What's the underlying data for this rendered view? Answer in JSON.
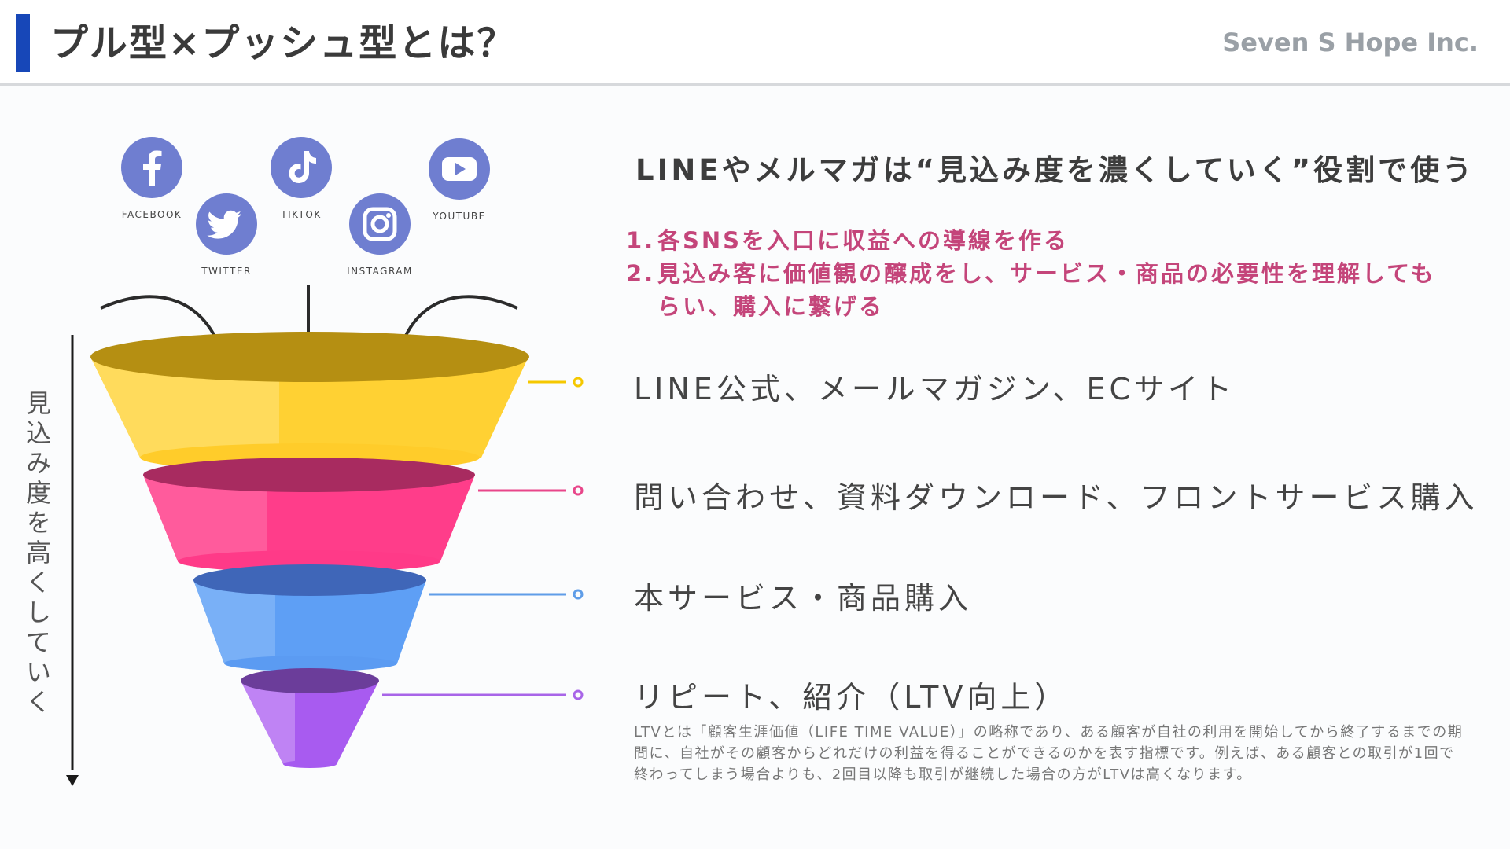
{
  "header": {
    "title": "プル型×プッシュ型とは？",
    "company": "Seven S Hope Inc.",
    "accent_color": "#1747b8"
  },
  "socials": [
    {
      "label": "FACEBOOK",
      "icon": "facebook-icon"
    },
    {
      "label": "TWITTER",
      "icon": "twitter-icon"
    },
    {
      "label": "TIKTOK",
      "icon": "tiktok-icon"
    },
    {
      "label": "INSTAGRAM",
      "icon": "instagram-icon"
    },
    {
      "label": "YOUTUBE",
      "icon": "youtube-icon"
    }
  ],
  "axis_label": "見込み度を高くしていく",
  "headline": "LINEやメルマガは“見込み度を濃くしていく”役割で使う",
  "steps": [
    {
      "num": "1.",
      "text": "各SNSを入口に収益への導線を作る"
    },
    {
      "num": "2.",
      "text": "見込み客に価値観の醸成をし、サービス・商品の必要性を理解してもらい、購入に繋げる"
    }
  ],
  "stages": [
    {
      "label": "LINE公式、メールマガジン、ECサイト",
      "color": "#f5c800"
    },
    {
      "label": "問い合わせ、資料ダウンロード、フロントサービス購入",
      "color": "#e8468a"
    },
    {
      "label": "本サービス・商品購入",
      "color": "#5f9de8"
    },
    {
      "label": "リピート、紹介（LTV向上）",
      "color": "#a865e8"
    }
  ],
  "note": "LTVとは「顧客生涯価値（LIFE TIME VALUE）」の略称であり、ある顧客が自社の利用を開始してから終了するまでの期間に、自社がその顧客からどれだけの利益を得ることができるのかを表す指標です。例えば、ある顧客との取引が1回で終わってしまう場合よりも、2回目以降も取引が継続した場合の方がLTVは高くなります。"
}
